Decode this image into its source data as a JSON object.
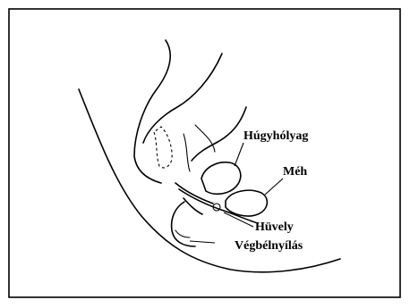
{
  "labels": {
    "bladder": "Húgyhólyag",
    "uterus": "Méh",
    "vagina": "Hüvely",
    "anus": "Végbélnyílás"
  }
}
